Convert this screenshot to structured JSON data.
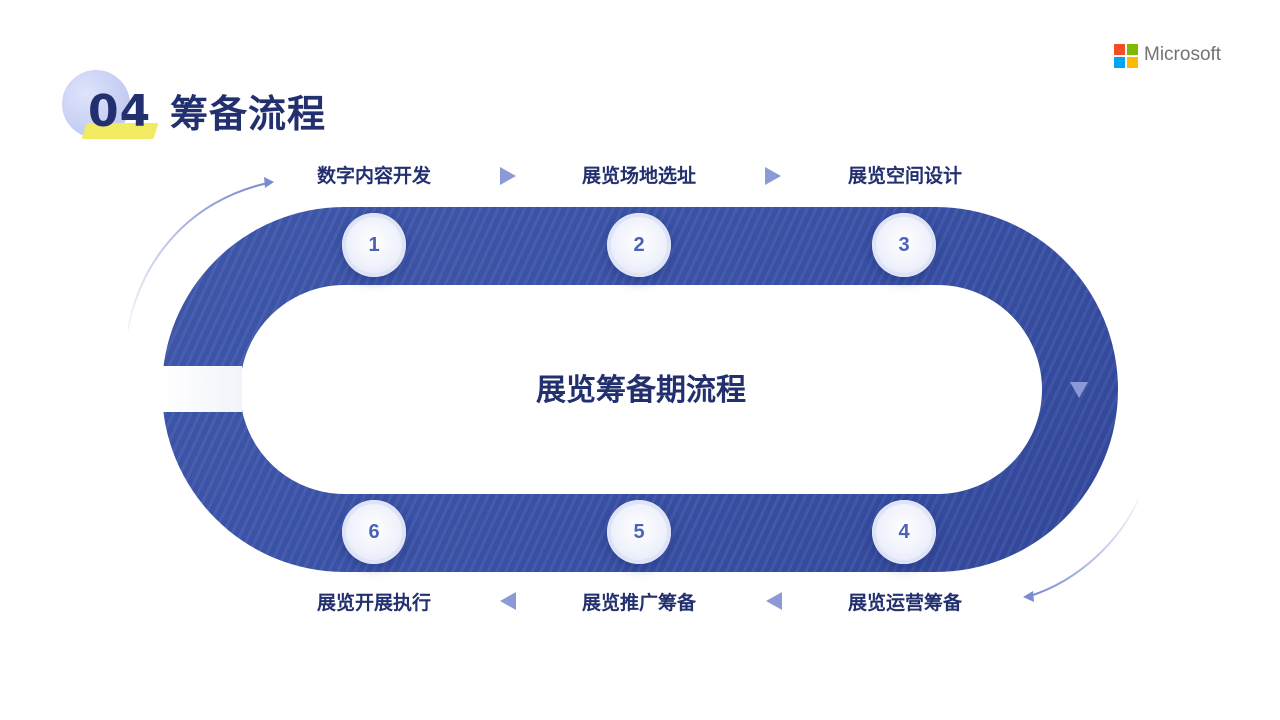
{
  "header": {
    "section_number": "04",
    "section_title": "筹备流程"
  },
  "brand": {
    "logo_text": "Microsoft",
    "colors": {
      "red": "#f25022",
      "green": "#7fba00",
      "blue": "#00a4ef",
      "yellow": "#ffb900"
    }
  },
  "diagram": {
    "center_title": "展览筹备期流程",
    "steps": [
      {
        "number": "1",
        "label": "数字内容开发"
      },
      {
        "number": "2",
        "label": "展览场地选址"
      },
      {
        "number": "3",
        "label": "展览空间设计"
      },
      {
        "number": "4",
        "label": "展览运营筹备"
      },
      {
        "number": "5",
        "label": "展览推广筹备"
      },
      {
        "number": "6",
        "label": "展览开展执行"
      }
    ],
    "accent_color": "#3b53a9",
    "text_color": "#23306f",
    "icons": [
      "arrow-right-icon",
      "arrow-down-icon",
      "arrow-left-icon",
      "curved-arrow-icon"
    ]
  }
}
